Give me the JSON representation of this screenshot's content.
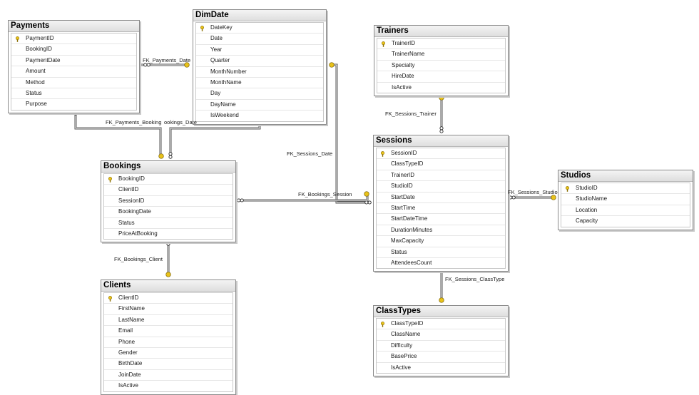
{
  "tables": [
    {
      "id": "payments",
      "title": "Payments",
      "pk": "PaymentID",
      "columns": [
        "PaymentID",
        "BookingID",
        "PaymentDate",
        "Amount",
        "Method",
        "Status",
        "Purpose"
      ]
    },
    {
      "id": "dimdate",
      "title": "DimDate",
      "pk": "DateKey",
      "columns": [
        "DateKey",
        "Date",
        "Year",
        "Quarter",
        "MonthNumber",
        "MonthName",
        "Day",
        "DayName",
        "IsWeekend"
      ]
    },
    {
      "id": "trainers",
      "title": "Trainers",
      "pk": "TrainerID",
      "columns": [
        "TrainerID",
        "TrainerName",
        "Specialty",
        "HireDate",
        "IsActive"
      ]
    },
    {
      "id": "sessions",
      "title": "Sessions",
      "pk": "SessionID",
      "columns": [
        "SessionID",
        "ClassTypeID",
        "TrainerID",
        "StudioID",
        "StartDate",
        "StartTime",
        "StartDateTime",
        "DurationMinutes",
        "MaxCapacity",
        "Status",
        "AttendeesCount"
      ]
    },
    {
      "id": "studios",
      "title": "Studios",
      "pk": "StudioID",
      "columns": [
        "StudioID",
        "StudioName",
        "Location",
        "Capacity"
      ]
    },
    {
      "id": "bookings",
      "title": "Bookings",
      "pk": "BookingID",
      "columns": [
        "BookingID",
        "ClientID",
        "SessionID",
        "BookingDate",
        "Status",
        "PriceAtBooking"
      ]
    },
    {
      "id": "clients",
      "title": "Clients",
      "pk": "ClientID",
      "columns": [
        "ClientID",
        "FirstName",
        "LastName",
        "Email",
        "Phone",
        "Gender",
        "BirthDate",
        "JoinDate",
        "IsActive"
      ]
    },
    {
      "id": "classtypes",
      "title": "ClassTypes",
      "pk": "ClassTypeID",
      "columns": [
        "ClassTypeID",
        "ClassName",
        "Difficulty",
        "BasePrice",
        "IsActive"
      ]
    }
  ],
  "relationships": [
    {
      "id": "fk-payments-date",
      "label": "FK_Payments_Date"
    },
    {
      "id": "fk-payments-booking",
      "label": "FK_Payments_Booking"
    },
    {
      "id": "fk-bookings-date",
      "label": "ookings_Date"
    },
    {
      "id": "fk-sessions-date",
      "label": "FK_Sessions_Date"
    },
    {
      "id": "fk-sessions-trainer",
      "label": "FK_Sessions_Trainer"
    },
    {
      "id": "fk-bookings-session",
      "label": "FK_Bookings_Session"
    },
    {
      "id": "fk-sessions-studio",
      "label": "FK_Sessions_Studio"
    },
    {
      "id": "fk-bookings-client",
      "label": "FK_Bookings_Client"
    },
    {
      "id": "fk-sessions-classtype",
      "label": "FK_Sessions_ClassType"
    }
  ],
  "colors": {
    "key": "#e8c21a",
    "line": "#555555"
  }
}
